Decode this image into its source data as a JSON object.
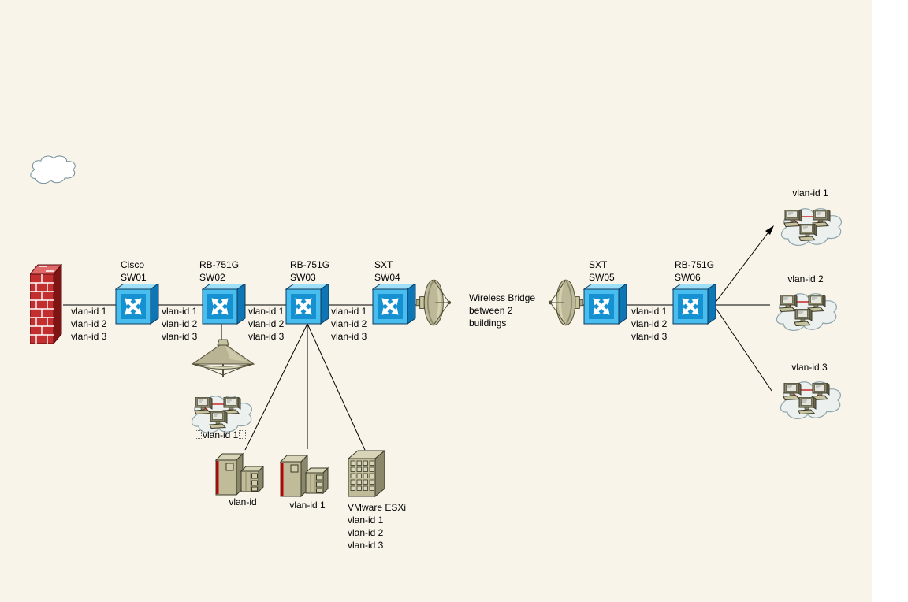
{
  "diagram": {
    "background_color": "#F8F4EA",
    "right_margin_color": "#FFFFFF",
    "colors": {
      "switch_blue_front": "#1590D0",
      "switch_blue_frame": "#49BEEE",
      "firewall_brick_red": "#C32E2E",
      "device_olive": "#C0BC9A",
      "lan_link_red": "#C00000",
      "connector_black": "#000000",
      "cloud_fill": "#ECF1F0",
      "cloud_stroke": "#8FA5AC"
    },
    "icons": {
      "switch": "workgroup-switch-icon",
      "firewall": "brick-firewall-icon",
      "dish": "satellite-dish-icon",
      "access_point": "dome-antenna-icon",
      "cloud": "network-cloud-icon",
      "pc": "desktop-pc-icon",
      "server_tower": "tower-server-icon",
      "esxi_host": "rack-server-icon"
    },
    "switches": [
      {
        "id": "SW01",
        "label": "Cisco\nSW01"
      },
      {
        "id": "SW02",
        "label": "RB-751G\nSW02"
      },
      {
        "id": "SW03",
        "label": "RB-751G\nSW03"
      },
      {
        "id": "SW04",
        "label": "SXT\nSW04"
      },
      {
        "id": "SW05",
        "label": "SXT\nSW05"
      },
      {
        "id": "SW06",
        "label": "RB-751G\nSW06"
      }
    ],
    "trunk_labels": [
      "vlan-id 1\nvlan-id 2\nvlan-id 3",
      "vlan-id 1\nvlan-id 2\nvlan-id 3",
      "vlan-id 1\nvlan-id 2\nvlan-id 3",
      "vlan-id 1\nvlan-id 2\nvlan-id 3",
      "vlan-id 1\nvlan-id 2\nvlan-id 3"
    ],
    "wireless_bridge_note": "Wireless Bridge\nbetween 2\nbuildings",
    "lan_clouds": {
      "left_label": "vlan-id 1",
      "right": [
        {
          "label": "vlan-id 1"
        },
        {
          "label": "vlan-id 2"
        },
        {
          "label": "vlan-id 3"
        }
      ]
    },
    "servers": {
      "tower1_label": "vlan-id",
      "tower2_label": "vlan-id 1",
      "esxi_label": "VMware ESXi\nvlan-id 1\nvlan-id 2\nvlan-id 3"
    }
  }
}
